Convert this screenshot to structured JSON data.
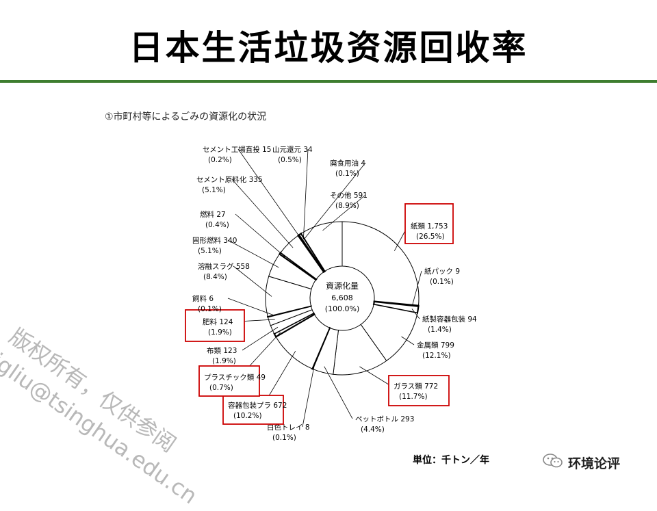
{
  "slide": {
    "title": "日本生活垃圾资源回收率",
    "unit_label": "単位：千トン／年",
    "watermark_line1": "版权所有，仅供参阅",
    "watermark_line2": "jgliu@tsinghua.edu.cn",
    "brand_name": "环境论评",
    "brand_icon": "wechat-icon",
    "accent_color": "#3e7d2f",
    "highlight_color": "#cc0000"
  },
  "chart_data": {
    "type": "pie",
    "title": "①市町村等によるごみの資源化の状況",
    "center_label": "資源化量",
    "center_value": "6,608",
    "center_pct": "(100.0%)",
    "slices": [
      {
        "name": "紙類",
        "value": 1753,
        "value_label": "1,753",
        "pct_label": "(26.5%)",
        "highlight": true
      },
      {
        "name": "紙パック",
        "value": 9,
        "value_label": "9",
        "pct_label": "(0.1%)",
        "highlight": false
      },
      {
        "name": "紙製容器包装",
        "value": 94,
        "value_label": "94",
        "pct_label": "(1.4%)",
        "highlight": false
      },
      {
        "name": "金属類",
        "value": 799,
        "value_label": "799",
        "pct_label": "(12.1%)",
        "highlight": false
      },
      {
        "name": "ガラス類",
        "value": 772,
        "value_label": "772",
        "pct_label": "(11.7%)",
        "highlight": true
      },
      {
        "name": "ペットボトル",
        "value": 293,
        "value_label": "293",
        "pct_label": "(4.4%)",
        "highlight": false
      },
      {
        "name": "白色トレイ",
        "value": 8,
        "value_label": "8",
        "pct_label": "(0.1%)",
        "highlight": false
      },
      {
        "name": "容器包装プラ",
        "value": 672,
        "value_label": "672",
        "pct_label": "(10.2%)",
        "highlight": true
      },
      {
        "name": "プラスチック類",
        "value": 49,
        "value_label": "49",
        "pct_label": "(0.7%)",
        "highlight": true
      },
      {
        "name": "布類",
        "value": 123,
        "value_label": "123",
        "pct_label": "(1.9%)",
        "highlight": false
      },
      {
        "name": "肥料",
        "value": 124,
        "value_label": "124",
        "pct_label": "(1.9%)",
        "highlight": true
      },
      {
        "name": "飼料",
        "value": 6,
        "value_label": "6",
        "pct_label": "(0.1%)",
        "highlight": false
      },
      {
        "name": "溶融スラグ",
        "value": 558,
        "value_label": "558",
        "pct_label": "(8.4%)",
        "highlight": false
      },
      {
        "name": "固形燃料",
        "value": 340,
        "value_label": "340",
        "pct_label": "(5.1%)",
        "highlight": false
      },
      {
        "name": "燃料",
        "value": 27,
        "value_label": "27",
        "pct_label": "(0.4%)",
        "highlight": false
      },
      {
        "name": "セメント原料化",
        "value": 335,
        "value_label": "335",
        "pct_label": "(5.1%)",
        "highlight": false
      },
      {
        "name": "セメント工場直投",
        "value": 15,
        "value_label": "15",
        "pct_label": "(0.2%)",
        "highlight": false
      },
      {
        "name": "山元還元",
        "value": 34,
        "value_label": "34",
        "pct_label": "(0.5%)",
        "highlight": false
      },
      {
        "name": "廃食用油",
        "value": 4,
        "value_label": "4",
        "pct_label": "(0.1%)",
        "highlight": false
      },
      {
        "name": "その他",
        "value": 591,
        "value_label": "591",
        "pct_label": "(8.9%)",
        "highlight": false
      }
    ]
  }
}
